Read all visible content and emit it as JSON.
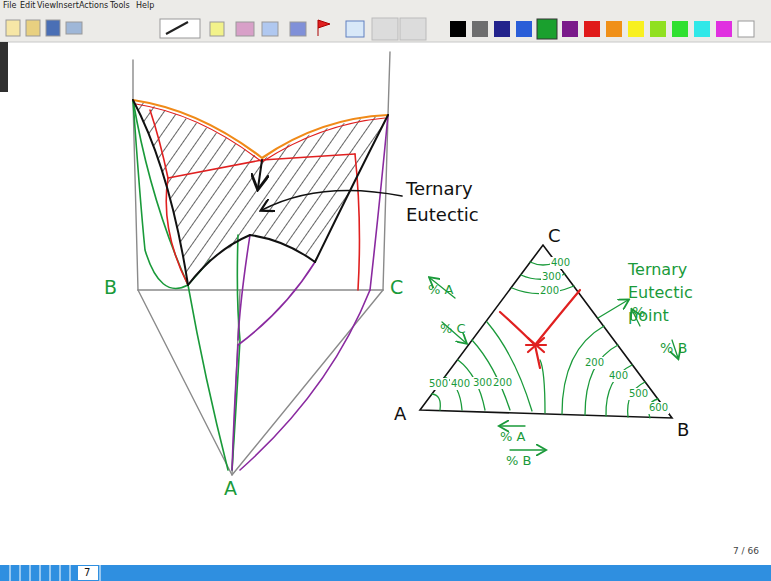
{
  "diagram": {
    "labels": [
      "File",
      "Edit",
      "View",
      "Insert",
      "Actions",
      "Tools",
      "Help",
      "B",
      "C",
      "A",
      "Ternary Eutectic",
      "C",
      "A",
      "B",
      "Ternary Eutectic point",
      "%",
      "% B",
      "% A",
      "% C",
      "% A",
      "% B",
      "400",
      "300",
      "200",
      "500",
      "400",
      "300",
      "200",
      "200",
      "400",
      "500",
      "600",
      "7 / 66",
      "7"
    ]
  }
}
